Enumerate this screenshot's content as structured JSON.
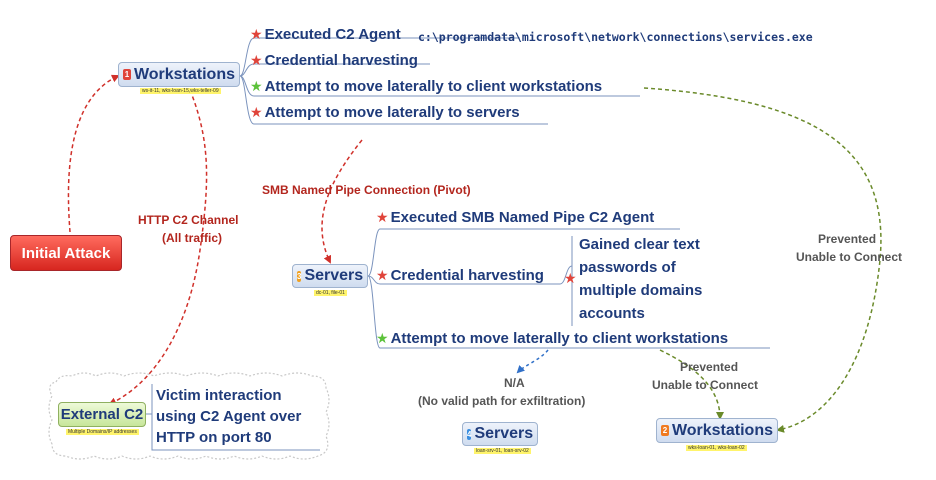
{
  "colors": {
    "node_text": "#1f3b7a",
    "red_arrow": "#d0302a",
    "green_arrow": "#6a8a2a",
    "blue_arrow": "#3070c8",
    "star_red": "#e0443a",
    "star_green": "#5cc23a",
    "tag_yellow": "#fff46b"
  },
  "nodes": {
    "initial": {
      "label": "Initial Attack"
    },
    "workstations_top": {
      "badge": "1",
      "label": "Workstations",
      "tag": "ws-it-11, wks-loan-15,wks-teller-09",
      "items": [
        {
          "star": "red",
          "text": "Executed C2 Agent"
        },
        {
          "star": "red",
          "text": "Credential harvesting"
        },
        {
          "star": "green",
          "text": "Attempt to move laterally to client workstations"
        },
        {
          "star": "red",
          "text": "Attempt to move laterally to servers"
        }
      ],
      "agent_path": "c:\\programdata\\microsoft\\network\\connections\\services.exe"
    },
    "servers_mid": {
      "badge": "3",
      "label": "Servers",
      "tag": "dc-01, file-01",
      "items": [
        {
          "star": "red",
          "text": "Executed SMB Named Pipe C2 Agent"
        },
        {
          "star": "red",
          "text": "Credential harvesting"
        },
        {
          "star": "green",
          "text": "Attempt to move laterally to client workstations"
        }
      ],
      "gained": {
        "star": "red",
        "lines": [
          "Gained clear text",
          "passwords of",
          "multiple domains",
          "accounts"
        ]
      }
    },
    "external_c2": {
      "label": "External C2",
      "tag": "Multiple Domains/IP addresses",
      "note_lines": [
        "Victim interaction",
        "using C2 Agent over",
        "HTTP on port 80"
      ]
    },
    "servers_bottom": {
      "badge": "4",
      "label": "Servers",
      "tag": "loan-srv-01, loan-srv-02"
    },
    "workstations_bottom": {
      "badge": "2",
      "label": "Workstations",
      "tag": "wks-loan-01, wks-loan-02"
    }
  },
  "edge_labels": {
    "smb": "SMB Named Pipe Connection (Pivot)",
    "http_line1": "HTTP C2 Channel",
    "http_line2": "(All traffic)",
    "prevented_right_1": "Prevented",
    "prevented_right_2": "Unable to Connect",
    "prevented_bottom_1": "Prevented",
    "prevented_bottom_2": "Unable to Connect",
    "na_1": "N/A",
    "na_2": "(No valid path for exfiltration)"
  }
}
